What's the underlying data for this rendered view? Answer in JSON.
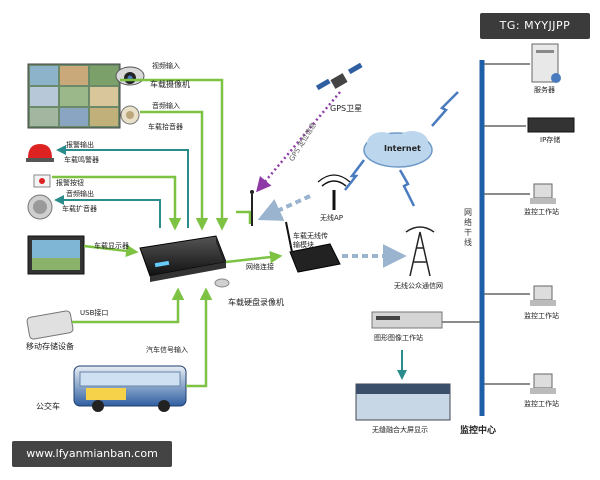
{
  "watermarks": {
    "top_right": "TG: MYYJJPP",
    "bottom_left": "www.lfyanmianban.com"
  },
  "devices": {
    "video_input": "视频输入",
    "camera": "车载摄像机",
    "audio_input": "音频输入",
    "pickup": "车载拾音器",
    "alarm_output": "报警输出",
    "siren": "车载鸣警器",
    "alarm_button": "报警按钮",
    "audio_output": "音频输出",
    "speaker": "车载扩音器",
    "display": "车载显示器",
    "usb": "USB接口",
    "mobile_storage": "移动存储设备",
    "bus_signal": "汽车信号输入",
    "bus": "公交车",
    "dvr": "车载硬盘录像机",
    "network_connect": "网络连接",
    "wireless_module": "车载无线传输模块",
    "gps_satellite": "GPS卫星",
    "gps_signal": "GPS 定位信息",
    "internet": "Internet",
    "wireless_ap": "无线AP",
    "public_network": "无线公众通信网",
    "backbone": "网络干线",
    "server": "服务器",
    "ip_storage": "IP存储",
    "workstation_1": "监控工作站",
    "workstation_2": "监控工作站",
    "workstation_3": "监控工作站",
    "image_workstation": "图形图像工作站",
    "video_wall": "无缝融合大屏显示",
    "monitor_center": "监控中心"
  },
  "colors": {
    "arrow_green": "#7dc242",
    "arrow_teal": "#2a8c8c",
    "arrow_dashed": "#9ab4cf",
    "gps_dotted": "#8e3aa6",
    "backbone_blue": "#1f5fa8",
    "lightning_blue": "#4a7bbf",
    "cloud_blue": "#bcd6ee"
  }
}
